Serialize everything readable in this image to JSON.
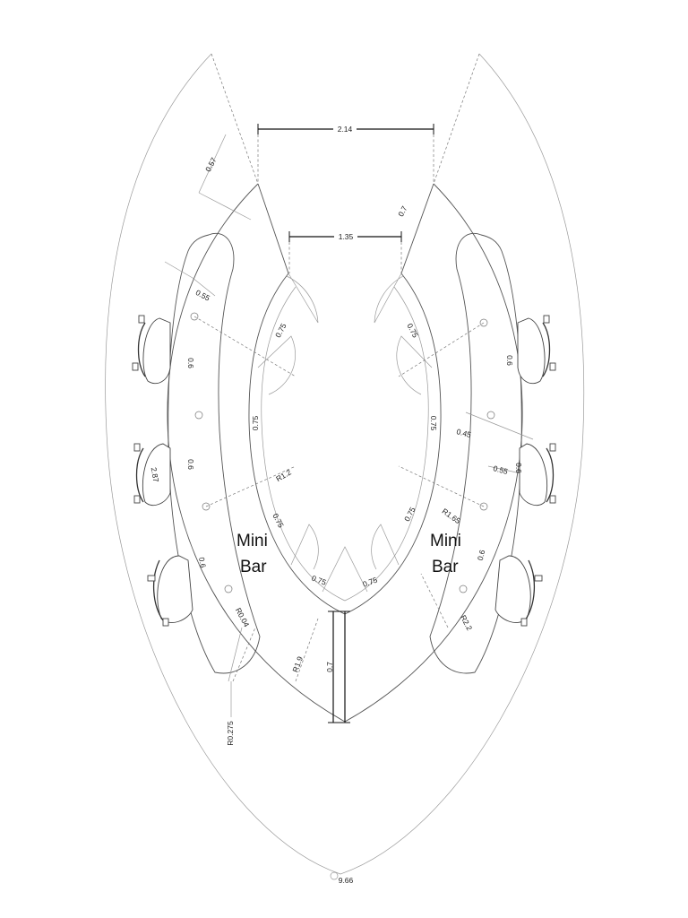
{
  "labels": {
    "mini_bar_left_line1": "Mini",
    "mini_bar_left_line2": "Bar",
    "mini_bar_right_line1": "Mini",
    "mini_bar_right_line2": "Bar"
  },
  "dimensions": {
    "top_width": "2.14",
    "inner_width": "1.35",
    "left_top_057": "0.57",
    "right_top_07": "0.7",
    "left_055": "0.55",
    "left_075_a": "0.75",
    "right_075_a": "0.75",
    "left_06_a": "0.6",
    "left_06_b": "0.6",
    "left_06_c": "0.6",
    "left_075_side": "0.75",
    "right_075_side": "0.75",
    "right_06_a": "0.6",
    "right_045": "0.45",
    "right_055": "0.55",
    "right_06_b": "0.6",
    "right_06_c": "0.6",
    "left_287": "2.87",
    "r12": "R1.2",
    "r165": "R1.65",
    "left_075_c": "0.75",
    "right_075_c": "0.75",
    "bottom_075_left": "0.75",
    "bottom_075_right": "0.75",
    "r004": "R0.04",
    "r22": "R2.2",
    "r19": "R1.9",
    "bottom_07": "0.7",
    "r0275": "R0.275",
    "overall_966": "9.66"
  }
}
